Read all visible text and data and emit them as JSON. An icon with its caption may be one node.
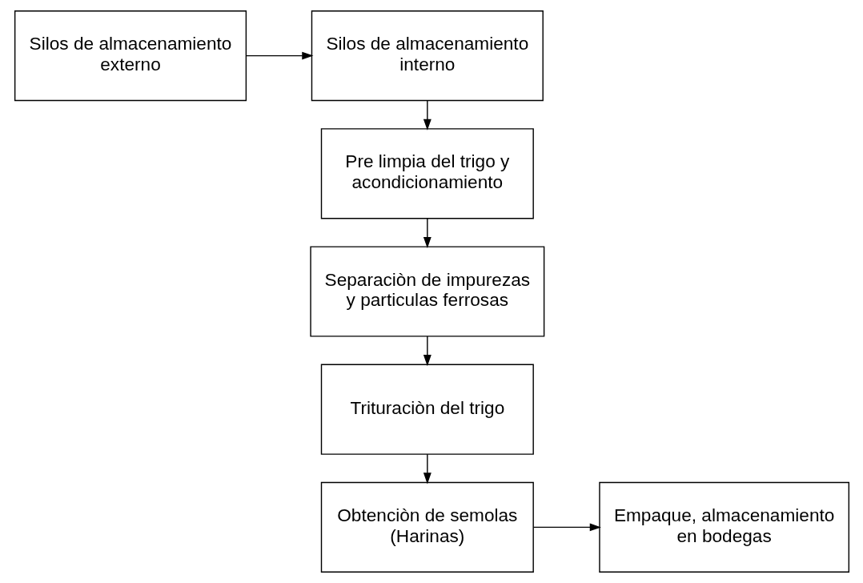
{
  "diagram": {
    "nodes": [
      {
        "text": [
          "Silos de almacenamiento externo"
        ]
      },
      {
        "text": [
          "Silos de almacenamiento interno"
        ]
      },
      {
        "text": [
          "Pre limpia del trigo y acondicionamiento"
        ]
      },
      {
        "text": [
          "Separaciòn de impurezas y particulas ferrosas"
        ]
      },
      {
        "text": [
          "Trituraciòn del trigo"
        ]
      },
      {
        "text": [
          "Obtenciòn de semolas (Harinas)"
        ]
      },
      {
        "text": [
          "Empaque, almacenamiento en bodegas"
        ]
      }
    ],
    "edges": [
      {
        "from": 0,
        "to": 1,
        "arrow": "to"
      },
      {
        "from": 1,
        "to": 2,
        "arrow": "to"
      },
      {
        "from": 2,
        "to": 3,
        "arrow": "to"
      },
      {
        "from": 3,
        "to": 4,
        "arrow": "to"
      },
      {
        "from": 4,
        "to": 5,
        "arrow": "to"
      },
      {
        "from": 5,
        "to": 6,
        "arrow": "to"
      }
    ]
  }
}
